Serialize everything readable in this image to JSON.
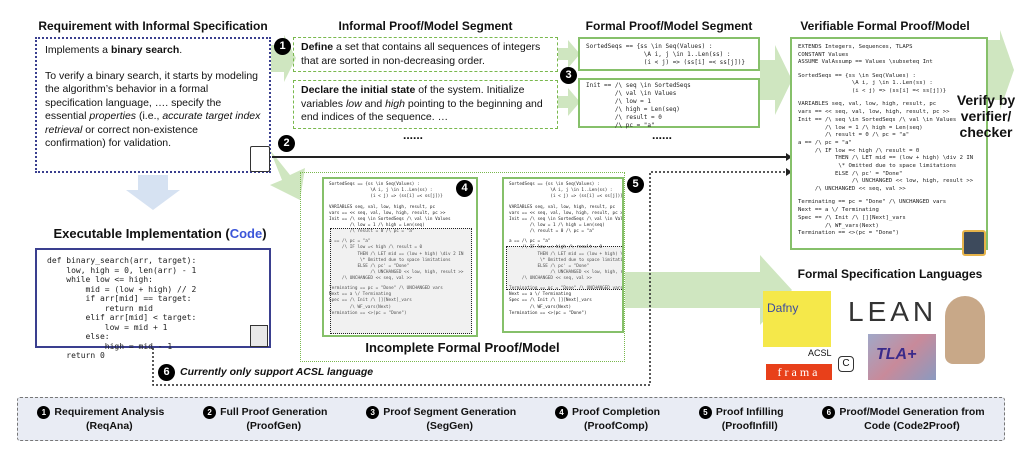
{
  "titles": {
    "requirement": "Requirement with Informal Specification",
    "informal": "Informal Proof/Model Segment",
    "formal_segment": "Formal Proof/Model Segment",
    "verifiable": "Verifiable Formal Proof/Model",
    "executable_prefix": "Executable Implementation (",
    "executable_code": "Code",
    "executable_suffix": ")",
    "incomplete": "Incomplete Formal Proof/Model",
    "languages": "Formal Specification Languages"
  },
  "requirement": {
    "line1_pre": "Implements a ",
    "line1_bold": "binary search",
    "line1_post": ".",
    "p2_a": "To verify a binary search, it starts by modeling the algorithm’s behavior in a formal specification language, …. specify the essential ",
    "p2_i1": "properties",
    "p2_b": " (i.e., ",
    "p2_i2": "accurate target index retrieval",
    "p2_c": " or correct non-existence confirmation) for validation."
  },
  "informal": {
    "seg1_bold": "Define",
    "seg1_rest": " a set that contains all sequences of integers that are sorted in non-decreasing order.",
    "seg2_bold": "Declare the initial state",
    "seg2_a": " of the system. Initialize variables ",
    "seg2_i1": "low",
    "seg2_b": " and ",
    "seg2_i2": "high",
    "seg2_c": " pointing to the beginning and end indices of the sequence. …",
    "ellipsis": "......"
  },
  "formal_segment": {
    "seg1": [
      "SortedSeqs == {ss \\in Seq(Values) :",
      "                \\A i, j \\in 1..Len(ss) :",
      "                (i < j) => (ss[i] =< ss[j])}"
    ],
    "seg2": [
      "Init == /\\ seq \\in SortedSeqs",
      "        /\\ val \\in Values",
      "        /\\ low = 1",
      "        /\\ high = Len(seq)",
      "        /\\ result = 0",
      "        /\\ pc = \"a\""
    ],
    "ellipsis": "......"
  },
  "verifiable": {
    "lines": [
      "EXTENDS Integers, Sequences, TLAPS",
      "CONSTANT Values",
      "ASSUME ValAssump == Values \\subseteq Int",
      "",
      "SortedSeqs == {ss \\in Seq(Values) :",
      "                \\A i, j \\in 1..Len(ss) :",
      "                (i < j) => (ss[i] =< ss[j])}",
      "",
      "VARIABLES seq, val, low, high, result, pc",
      "vars == << seq, val, low, high, result, pc >>",
      "Init == /\\ seq \\in SortedSeqs /\\ val \\in Values",
      "        /\\ low = 1 /\\ high = Len(seq)",
      "        /\\ result = 0 /\\ pc = \"a\"",
      "a == /\\ pc = \"a\"",
      "     /\\ IF low =< high /\\ result = 0",
      "           THEN /\\ LET mid == (low + high) \\div 2 IN",
      "            \\* Omitted due to space limitations",
      "           ELSE /\\ pc' = \"Done\"",
      "                /\\ UNCHANGED << low, high, result >>",
      "     /\\ UNCHANGED << seq, val >>",
      "",
      "Terminating == pc = \"Done\" /\\ UNCHANGED vars",
      "Next == a \\/ Terminating",
      "Spec == /\\ Init /\\ [][Next]_vars",
      "        /\\ WF_vars(Next)",
      "Termination == <>(pc = \"Done\")"
    ],
    "verify_label": "Verify by verifier/ checker"
  },
  "incomplete": {
    "lines": [
      "SortedSeqs == {ss \\in Seq(Values) :",
      "                \\A i, j \\in 1..Len(ss) :",
      "                (i < j) => (ss[i] =< ss[j])}",
      "",
      "VARIABLES seq, val, low, high, result, pc",
      "vars == << seq, val, low, high, result, pc >>",
      "Init == /\\ seq \\in SortedSeqs /\\ val \\in Values",
      "        /\\ low = 1 /\\ high = Len(seq)",
      "        /\\ result = 0 /\\ pc = \"a\"",
      "",
      "a == /\\ pc = \"a\"",
      "     /\\ IF low =< high /\\ result = 0",
      "           THEN /\\ LET mid == (low + high) \\div 2 IN",
      "            \\* Omitted due to space limitations",
      "           ELSE /\\ pc' = \"Done\"",
      "                /\\ UNCHANGED << low, high, result >>",
      "     /\\ UNCHANGED << seq, val >>",
      "",
      "Terminating == pc = \"Done\" /\\ UNCHANGED vars",
      "Next == a \\/ Terminating",
      "Spec == /\\ Init /\\ [][Next]_vars",
      "        /\\ WF_vars(Next)",
      "Termination == <>(pc = \"Done\")"
    ]
  },
  "python_code": [
    "def binary_search(arr, target):",
    "    low, high = 0, len(arr) - 1",
    "    while low <= high:",
    "        mid = (low + high) // 2",
    "        if arr[mid] == target:",
    "            return mid",
    "        elif arr[mid] < target:",
    "            low = mid + 1",
    "        else:",
    "            high = mid - 1",
    "    return 0"
  ],
  "code2proof_note": "Currently only support ACSL language",
  "logos": {
    "dafny": "Dafny",
    "lean": "LEAN",
    "acsl": "ACSL",
    "frama": "frama",
    "frama_c": "C",
    "tla": "TLA+",
    "coq": "coq-rooster"
  },
  "numbers": [
    "1",
    "2",
    "3",
    "4",
    "5",
    "6"
  ],
  "legend": [
    {
      "num": "1",
      "label": "Requirement Analysis",
      "abbr": "(ReqAna)"
    },
    {
      "num": "2",
      "label": "Full Proof Generation",
      "abbr": "(ProofGen)"
    },
    {
      "num": "3",
      "label": "Proof Segment Generation",
      "abbr": "(SegGen)"
    },
    {
      "num": "4",
      "label": "Proof Completion",
      "abbr": "(ProofComp)"
    },
    {
      "num": "5",
      "label": "Proof Infilling",
      "abbr": "(ProofInfill)"
    },
    {
      "num": "6",
      "label": "Proof/Model Generation from",
      "abbr": "Code (Code2Proof)"
    }
  ],
  "colors": {
    "green": "#86c06a",
    "arrow_green": "#cfe6c0",
    "arrow_blue": "#d6e2f2",
    "navy": "#3a3f8f",
    "code_blue": "#3b55d9"
  }
}
